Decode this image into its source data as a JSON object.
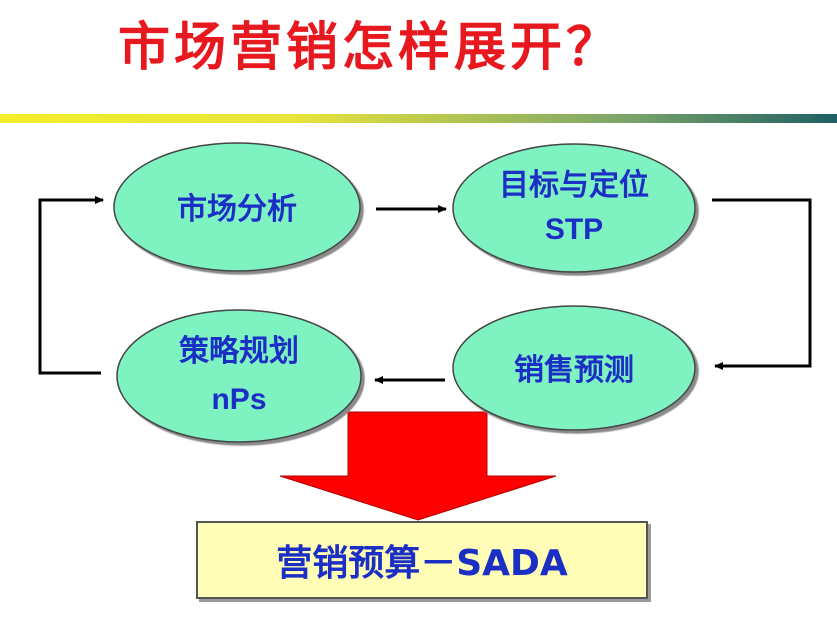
{
  "title": "市场营销怎样展开？",
  "nodes": {
    "market_analysis": {
      "line1": "市场分析"
    },
    "target_positioning": {
      "line1": "目标与定位",
      "line2": "STP"
    },
    "sales_forecast": {
      "line1": "销售预测"
    },
    "strategy_planning": {
      "line1": "策略规划",
      "line2": "nPs"
    }
  },
  "budget": {
    "label": "营销预算－SADA"
  },
  "colors": {
    "title": "#e8181f",
    "node_fill": "#7ff2c2",
    "node_text": "#1b2fc4",
    "big_arrow": "#ff0000",
    "budget_fill": "#fffdb6"
  }
}
